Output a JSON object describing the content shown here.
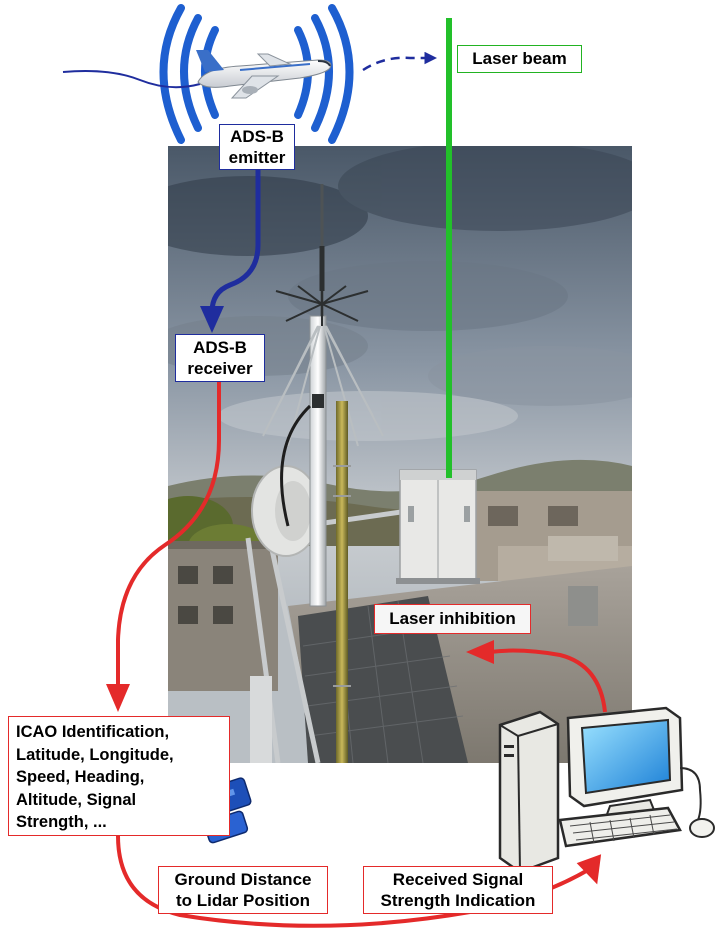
{
  "labels": {
    "ads_b_emitter": [
      "ADS-B",
      "emitter"
    ],
    "ads_b_receiver": [
      "ADS-B",
      "receiver"
    ],
    "laser_beam": "Laser beam",
    "laser_inhibition": "Laser inhibition",
    "adsb_data": [
      "ICAO Identification,",
      "Latitude, Longitude,",
      "Speed, Heading,",
      "Altitude, Signal",
      "Strength, ..."
    ],
    "ground_distance": [
      "Ground Distance",
      "to Lidar Position"
    ],
    "rssi": [
      "Received Signal",
      "Strength Indication"
    ]
  },
  "colors": {
    "ads_b_link": "#1f2d9e",
    "laser_beam": "#22c02a",
    "data_flow": "#e42a2a",
    "radio_waves": "#1e5fd0"
  },
  "icons": [
    "airplane-icon",
    "radio-wave-icon",
    "usb-dongle-icon",
    "computer-icon",
    "antenna-icon",
    "lidar-housing-icon"
  ]
}
